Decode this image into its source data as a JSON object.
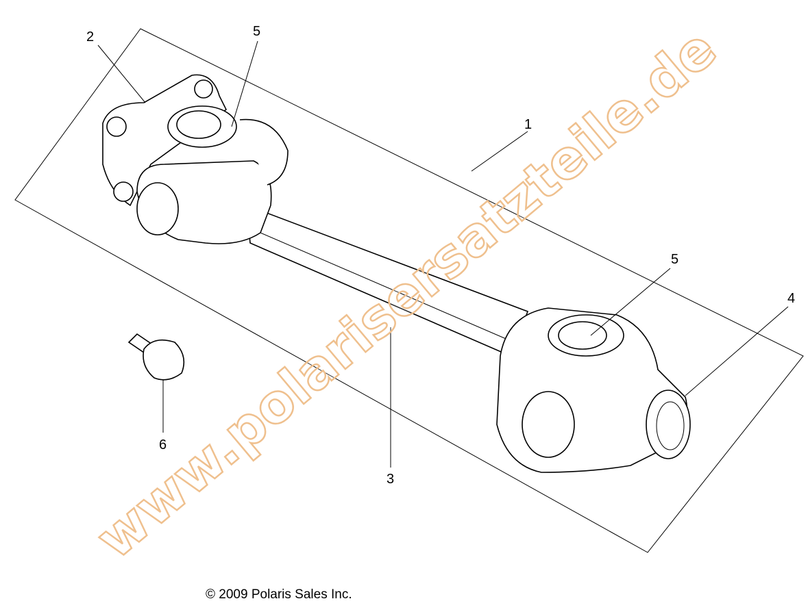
{
  "callouts": [
    {
      "id": "callout-1",
      "label": "1"
    },
    {
      "id": "callout-2",
      "label": "2"
    },
    {
      "id": "callout-3",
      "label": "3"
    },
    {
      "id": "callout-4",
      "label": "4"
    },
    {
      "id": "callout-5a",
      "label": "5"
    },
    {
      "id": "callout-5b",
      "label": "5"
    },
    {
      "id": "callout-6",
      "label": "6"
    }
  ],
  "watermark": "www.polarisersatzteile.de",
  "copyright": "© 2009 Polaris Sales Inc.",
  "colors": {
    "watermark": "#efc08e",
    "lines": "#000000"
  }
}
